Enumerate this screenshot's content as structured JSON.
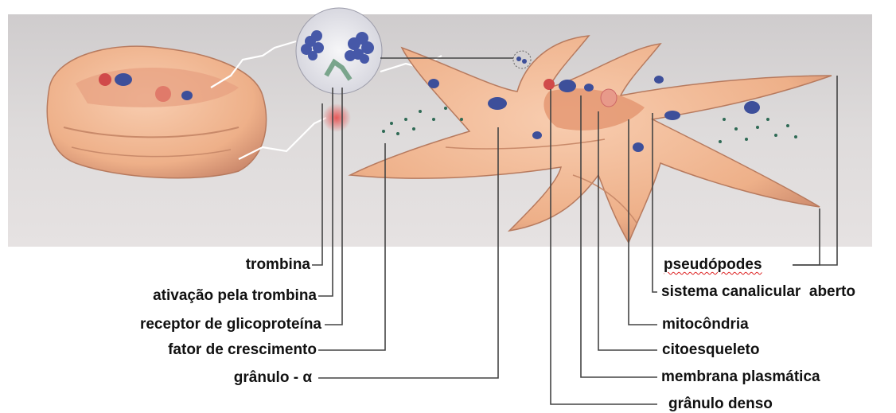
{
  "labels_left": {
    "trombina": "trombina",
    "ativacao": "ativação pela trombina",
    "receptor": "receptor de glicoproteína",
    "fator": "fator de crescimento",
    "granulo_alfa": "grânulo - α"
  },
  "labels_right": {
    "pseudopodes": "pseudópodes",
    "sistema": "sistema canalicular  aberto",
    "mitocondria": "mitocôndria",
    "citoesqueleto": "citoesqueleto",
    "membrana": "membrana plasmática",
    "granulo_denso": "grânulo denso"
  },
  "colors": {
    "background_panel": "#d9d6d6",
    "cell_body": "#f1b995",
    "cell_shadow": "#c98a6a",
    "granule_blue": "#3d4f9a",
    "granule_red": "#d04a4a",
    "leader_line": "#444444"
  }
}
